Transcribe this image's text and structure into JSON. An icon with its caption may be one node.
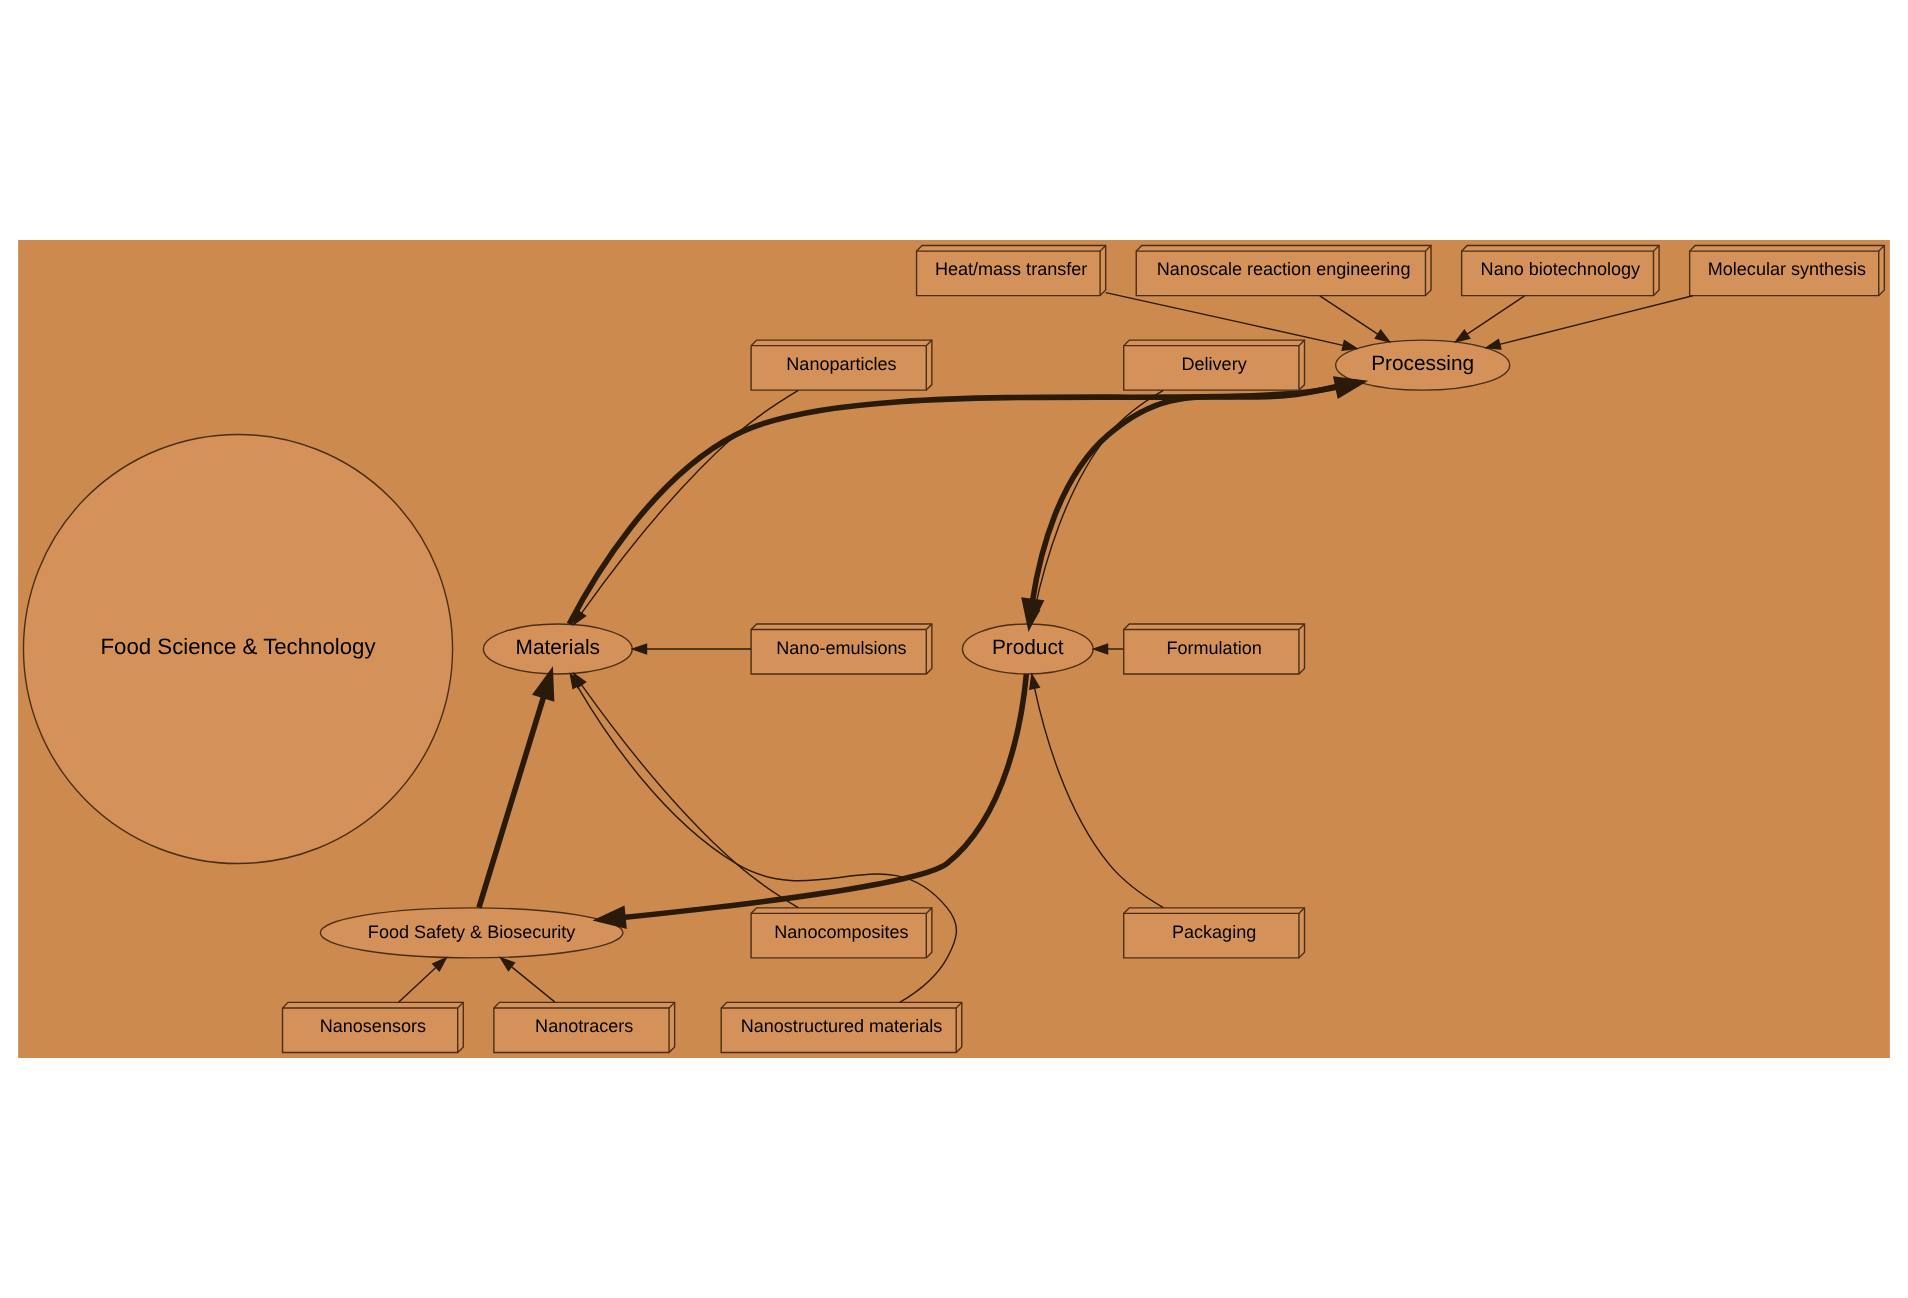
{
  "diagram": {
    "nodes": [
      {
        "text": [
          "Food Science & Technology"
        ]
      },
      {
        "text": [
          "Processing"
        ]
      },
      {
        "text": [
          "Product"
        ]
      },
      {
        "text": [
          "Food Safety & Biosecurity"
        ]
      },
      {
        "text": [
          "Materials"
        ]
      },
      {
        "text": [
          "Heat/mass transfer"
        ]
      },
      {
        "text": [
          "Nanoscale reaction engineering"
        ]
      },
      {
        "text": [
          "Nano biotechnology"
        ]
      },
      {
        "text": [
          "Molecular synthesis"
        ]
      },
      {
        "text": [
          "Nanoparticles"
        ]
      },
      {
        "text": [
          "Nano-emulsions"
        ]
      },
      {
        "text": [
          "Nanocomposites"
        ]
      },
      {
        "text": [
          "Nanostructured materials"
        ]
      },
      {
        "text": [
          "Delivery"
        ]
      },
      {
        "text": [
          "Formulation"
        ]
      },
      {
        "text": [
          "Packaging"
        ]
      },
      {
        "text": [
          "Nanosensors"
        ]
      },
      {
        "text": [
          "Nanotracers"
        ]
      }
    ],
    "edges": [
      {
        "from": 4,
        "to": 1,
        "arrow": "to",
        "style": "thick"
      },
      {
        "from": 1,
        "to": 2,
        "arrow": "to",
        "style": "thick"
      },
      {
        "from": 2,
        "to": 3,
        "arrow": "to",
        "style": "thick"
      },
      {
        "from": 3,
        "to": 4,
        "arrow": "to",
        "style": "thick"
      },
      {
        "from": 5,
        "to": 1,
        "arrow": "to"
      },
      {
        "from": 6,
        "to": 1,
        "arrow": "to"
      },
      {
        "from": 7,
        "to": 1,
        "arrow": "to"
      },
      {
        "from": 8,
        "to": 1,
        "arrow": "to"
      },
      {
        "from": 9,
        "to": 4,
        "arrow": "to"
      },
      {
        "from": 10,
        "to": 4,
        "arrow": "to"
      },
      {
        "from": 11,
        "to": 4,
        "arrow": "to"
      },
      {
        "from": 12,
        "to": 4,
        "arrow": "to"
      },
      {
        "from": 13,
        "to": 2,
        "arrow": "to"
      },
      {
        "from": 14,
        "to": 2,
        "arrow": "to"
      },
      {
        "from": 15,
        "to": 2,
        "arrow": "to"
      },
      {
        "from": 16,
        "to": 3,
        "arrow": "to"
      },
      {
        "from": 17,
        "to": 3,
        "arrow": "to"
      }
    ]
  }
}
